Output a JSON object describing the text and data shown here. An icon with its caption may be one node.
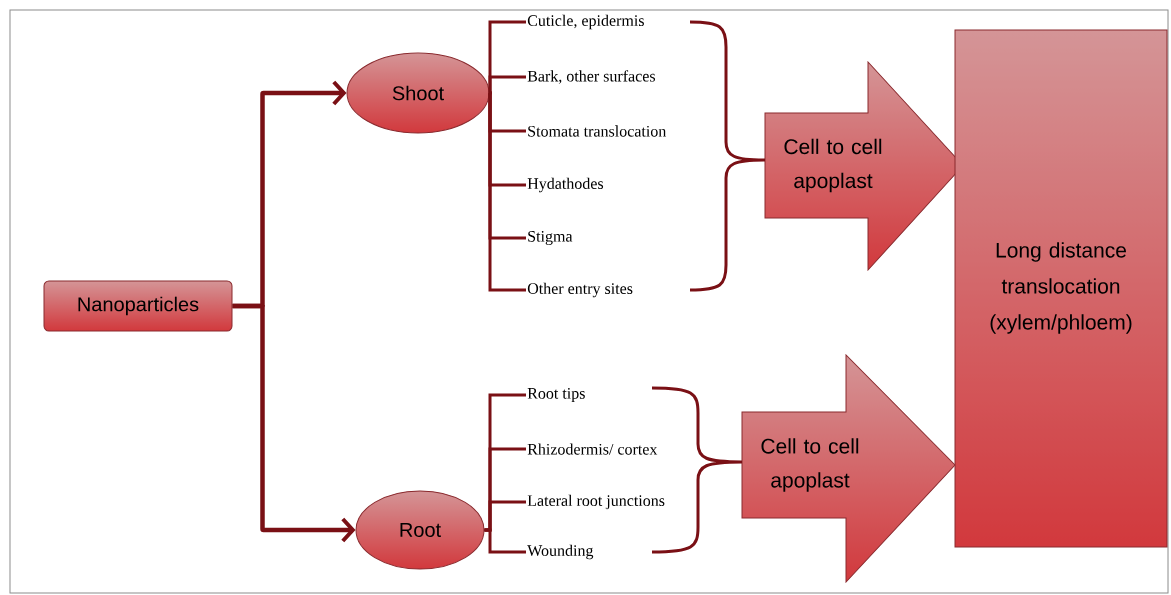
{
  "diagram": {
    "nodes": [
      {
        "text": [
          "Nanoparticles"
        ]
      },
      {
        "text": [
          "Shoot"
        ]
      },
      {
        "text": [
          "Root"
        ]
      },
      {
        "text": [
          "Cuticle, epidermis"
        ]
      },
      {
        "text": [
          "Bark, other surfaces"
        ]
      },
      {
        "text": [
          "Stomata translocation"
        ]
      },
      {
        "text": [
          "Hydathodes"
        ]
      },
      {
        "text": [
          "Stigma"
        ]
      },
      {
        "text": [
          "Other entry sites"
        ]
      },
      {
        "text": [
          "Root tips"
        ]
      },
      {
        "text": [
          "Rhizodermis/ cortex"
        ]
      },
      {
        "text": [
          "Lateral root junctions"
        ]
      },
      {
        "text": [
          "Wounding"
        ]
      },
      {
        "text": [
          "Cell to cell apoplast"
        ]
      },
      {
        "text": [
          "Cell to cell apoplast"
        ]
      },
      {
        "text": [
          "Long distance translocation (xylem/phloem)"
        ]
      }
    ],
    "edges": [
      {
        "from": 0,
        "to": 1,
        "arrow": "to"
      },
      {
        "from": 0,
        "to": 2,
        "arrow": "to"
      },
      {
        "from": 1,
        "to": 3,
        "arrow": "none"
      },
      {
        "from": 1,
        "to": 4,
        "arrow": "none"
      },
      {
        "from": 1,
        "to": 5,
        "arrow": "none"
      },
      {
        "from": 1,
        "to": 6,
        "arrow": "none"
      },
      {
        "from": 1,
        "to": 7,
        "arrow": "none"
      },
      {
        "from": 1,
        "to": 8,
        "arrow": "none"
      },
      {
        "from": 2,
        "to": 9,
        "arrow": "none"
      },
      {
        "from": 2,
        "to": 10,
        "arrow": "none"
      },
      {
        "from": 2,
        "to": 11,
        "arrow": "none"
      },
      {
        "from": 2,
        "to": 12,
        "arrow": "none"
      }
    ]
  }
}
